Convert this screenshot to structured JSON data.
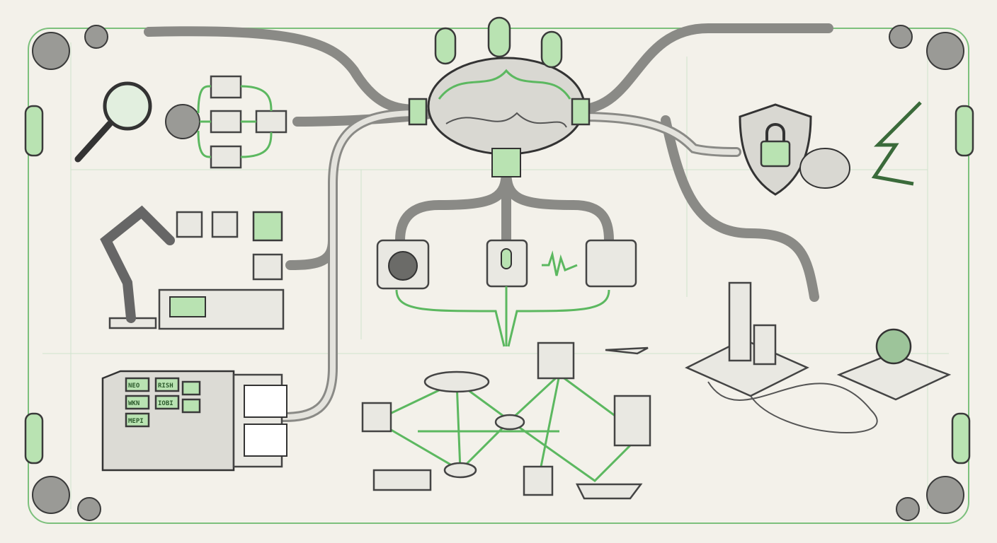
{
  "illustration": {
    "theme": "brain-hub-network",
    "colors": {
      "accent": "#5cb860",
      "light_accent": "#b9e3b2",
      "ink": "#3a3a3a",
      "paper": "#f3f1ea",
      "pipe": "#8a8a86"
    },
    "server_labels": [
      "NEO",
      "WKN",
      "MEPI",
      "RISH",
      "IOBI"
    ]
  }
}
